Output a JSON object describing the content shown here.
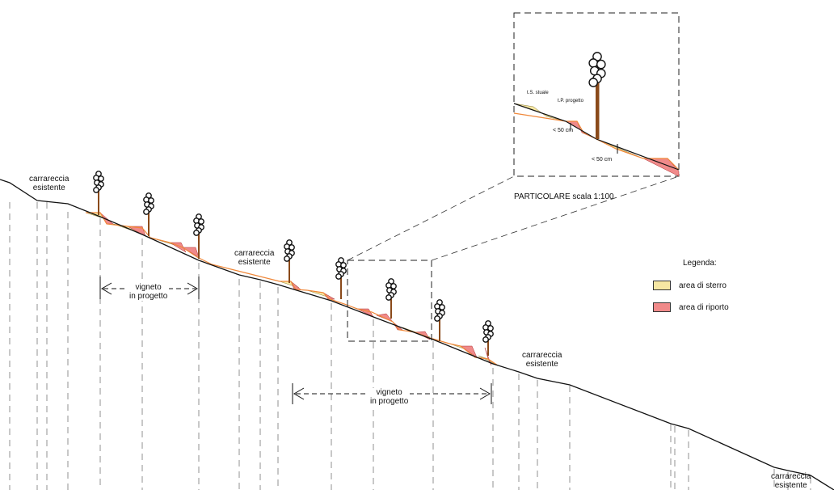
{
  "labels": {
    "carrareccia_1": [
      "carrareccia",
      "esistente"
    ],
    "carrareccia_2": [
      "carrareccia",
      "esistente"
    ],
    "carrareccia_3": [
      "carrareccia",
      "esistente"
    ],
    "carrareccia_4": [
      "carrareccia",
      "esistente"
    ],
    "vigneto_1": [
      "vigneto",
      "in progetto"
    ],
    "vigneto_2": [
      "vigneto",
      "in progetto"
    ]
  },
  "legend": {
    "title": "Legenda:",
    "items": [
      {
        "label": "area di sterro",
        "color": "#f6e7a3"
      },
      {
        "label": "area di riporto",
        "color": "#f08a8a"
      }
    ]
  },
  "detail": {
    "caption": "PARTICOLARE scala 1:100",
    "label_terrain": "t.S. stuale",
    "label_project": "t.P. progetto",
    "dim_1": "< 50 cm",
    "dim_2": "< 50 cm"
  },
  "colors": {
    "terrain": "#111111",
    "cut": "#f6e7a3",
    "fill": "#f08a8a",
    "project_line": "#f0883a",
    "trunk": "#8a4a1a"
  }
}
